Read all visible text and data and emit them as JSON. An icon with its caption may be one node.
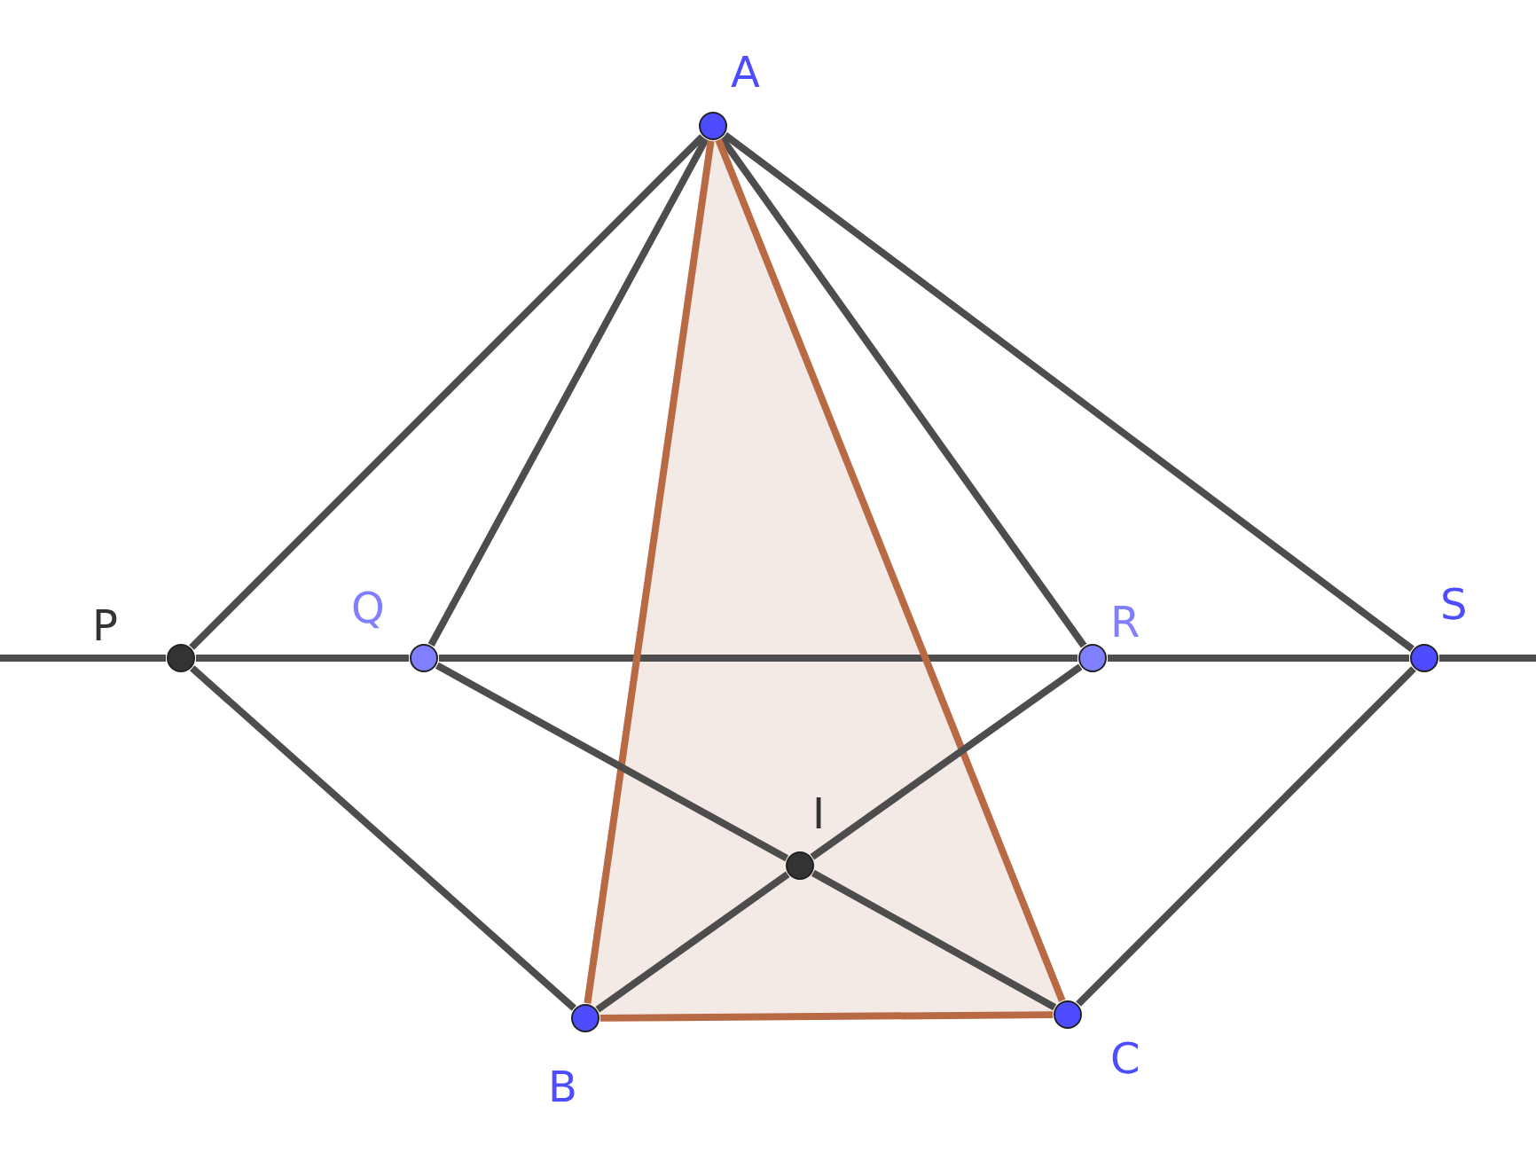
{
  "diagram": {
    "nodes": [
      {
        "text": [],
        "shape": "circle",
        "beside": [
          "A"
        ]
      },
      {
        "text": [],
        "shape": "circle",
        "beside": [
          "P"
        ]
      },
      {
        "text": [],
        "shape": "circle",
        "beside": [
          "Q"
        ]
      },
      {
        "text": [],
        "shape": "circle",
        "beside": [
          "R"
        ]
      },
      {
        "text": [],
        "shape": "circle",
        "beside": [
          "S"
        ]
      },
      {
        "text": [],
        "shape": "circle",
        "beside": [
          "I"
        ]
      },
      {
        "text": [],
        "shape": "circle",
        "beside": [
          "B"
        ]
      },
      {
        "text": [],
        "shape": "circle",
        "beside": [
          "C"
        ]
      }
    ],
    "edges": [
      {
        "from": null,
        "to": 1,
        "arrow": "none"
      },
      {
        "from": 1,
        "to": 2,
        "arrow": "none"
      },
      {
        "from": 2,
        "to": 3,
        "arrow": "none"
      },
      {
        "from": 3,
        "to": 4,
        "arrow": "none"
      },
      {
        "from": 4,
        "to": null,
        "arrow": "none"
      },
      {
        "from": 0,
        "to": 1,
        "arrow": "none"
      },
      {
        "from": 0,
        "to": 2,
        "arrow": "none"
      },
      {
        "from": 0,
        "to": 3,
        "arrow": "none"
      },
      {
        "from": 0,
        "to": 4,
        "arrow": "none"
      },
      {
        "from": 0,
        "to": 6,
        "arrow": "none",
        "color": "#b86a45"
      },
      {
        "from": 0,
        "to": 7,
        "arrow": "none",
        "color": "#b86a45"
      },
      {
        "from": 6,
        "to": 7,
        "arrow": "none",
        "color": "#b86a45"
      },
      {
        "from": 1,
        "to": 6,
        "arrow": "none"
      },
      {
        "from": 2,
        "to": 5,
        "arrow": "none"
      },
      {
        "from": 5,
        "to": 7,
        "arrow": "none"
      },
      {
        "from": 3,
        "to": 5,
        "arrow": "none"
      },
      {
        "from": 5,
        "to": 6,
        "arrow": "none"
      },
      {
        "from": 4,
        "to": 7,
        "arrow": "none"
      }
    ]
  }
}
